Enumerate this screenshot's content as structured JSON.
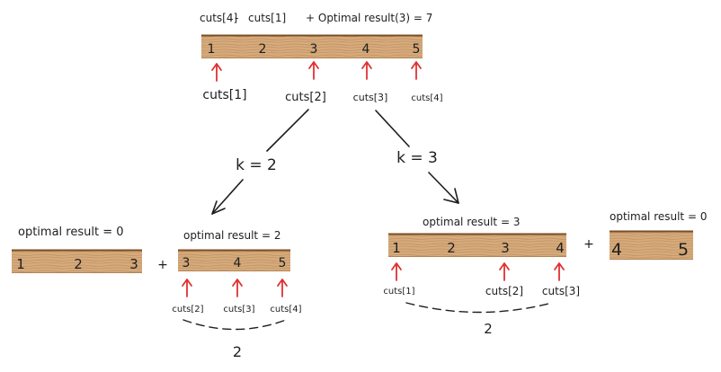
{
  "top": {
    "equation": {
      "term1": "cuts[4]",
      "minus": "-",
      "term2": "cuts[1]",
      "rest": "+ Optimal result(3) = 7"
    },
    "board_numbers": [
      "1",
      "2",
      "3",
      "4",
      "5"
    ],
    "cut_labels": [
      "cuts[1]",
      "cuts[2]",
      "cuts[3]",
      "cuts[4]"
    ]
  },
  "branches": {
    "left_label": "k = 2",
    "right_label": "k = 3"
  },
  "left_split": {
    "piece_a": {
      "title": "optimal result = 0",
      "numbers": [
        "1",
        "2",
        "3"
      ]
    },
    "plus": "+",
    "piece_b": {
      "title": "optimal result = 2",
      "numbers": [
        "3",
        "4",
        "5"
      ],
      "cut_labels": [
        "cuts[2]",
        "cuts[3]",
        "cuts[4]"
      ],
      "sum": "2"
    }
  },
  "right_split": {
    "piece_a": {
      "title": "optimal result = 3",
      "numbers": [
        "1",
        "2",
        "3",
        "4"
      ],
      "cut_labels": [
        "cuts[1]",
        "cuts[2]",
        "cuts[3]"
      ],
      "sum": "2"
    },
    "plus": "+",
    "piece_b": {
      "title": "optimal result = 0",
      "numbers": [
        "4",
        "5"
      ]
    }
  },
  "colors": {
    "wood": "#d2a679",
    "wood_dark": "#8b5a2b",
    "arrow": "#e03131",
    "ink": "#1e1e1e"
  }
}
